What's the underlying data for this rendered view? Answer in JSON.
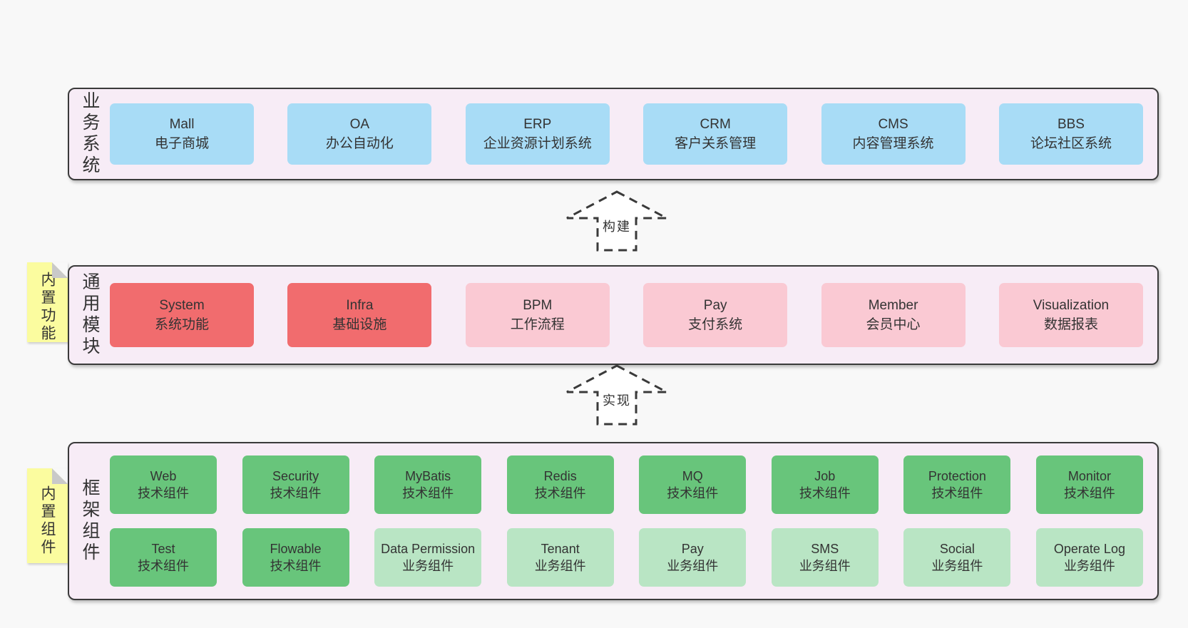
{
  "colors": {
    "background": "#f8f8f8",
    "panel_fill": "#f7ecf6",
    "panel_border": "#3a3a3a",
    "box_blue": "#a8dcf6",
    "box_red": "#f16c6e",
    "box_pink": "#fac9d3",
    "box_green": "#68c57b",
    "box_green_light": "#b9e5c4",
    "sticky_yellow": "#fbfc9f",
    "text": "#333333"
  },
  "arrows": [
    {
      "label": "构建"
    },
    {
      "label": "实现"
    }
  ],
  "layers": {
    "business": {
      "panel_label": "业务系统",
      "boxes": [
        {
          "title": "Mall",
          "subtitle": "电子商城",
          "variant": "blue"
        },
        {
          "title": "OA",
          "subtitle": "办公自动化",
          "variant": "blue"
        },
        {
          "title": "ERP",
          "subtitle": "企业资源计划系统",
          "variant": "blue"
        },
        {
          "title": "CRM",
          "subtitle": "客户关系管理",
          "variant": "blue"
        },
        {
          "title": "CMS",
          "subtitle": "内容管理系统",
          "variant": "blue"
        },
        {
          "title": "BBS",
          "subtitle": "论坛社区系统",
          "variant": "blue"
        }
      ]
    },
    "modules": {
      "sticky": "内置功能",
      "panel_label": "通用模块",
      "boxes": [
        {
          "title": "System",
          "subtitle": "系统功能",
          "variant": "red"
        },
        {
          "title": "Infra",
          "subtitle": "基础设施",
          "variant": "red"
        },
        {
          "title": "BPM",
          "subtitle": "工作流程",
          "variant": "pink"
        },
        {
          "title": "Pay",
          "subtitle": "支付系统",
          "variant": "pink"
        },
        {
          "title": "Member",
          "subtitle": "会员中心",
          "variant": "pink"
        },
        {
          "title": "Visualization",
          "subtitle": "数据报表",
          "variant": "pink"
        }
      ]
    },
    "components": {
      "sticky": "内置组件",
      "panel_label": "框架组件",
      "row1": [
        {
          "title": "Web",
          "subtitle": "技术组件",
          "variant": "green"
        },
        {
          "title": "Security",
          "subtitle": "技术组件",
          "variant": "green"
        },
        {
          "title": "MyBatis",
          "subtitle": "技术组件",
          "variant": "green"
        },
        {
          "title": "Redis",
          "subtitle": "技术组件",
          "variant": "green"
        },
        {
          "title": "MQ",
          "subtitle": "技术组件",
          "variant": "green"
        },
        {
          "title": "Job",
          "subtitle": "技术组件",
          "variant": "green"
        },
        {
          "title": "Protection",
          "subtitle": "技术组件",
          "variant": "green"
        },
        {
          "title": "Monitor",
          "subtitle": "技术组件",
          "variant": "green"
        }
      ],
      "row2": [
        {
          "title": "Test",
          "subtitle": "技术组件",
          "variant": "green"
        },
        {
          "title": "Flowable",
          "subtitle": "技术组件",
          "variant": "green"
        },
        {
          "title": "Data Permission",
          "subtitle": "业务组件",
          "variant": "green_light"
        },
        {
          "title": "Tenant",
          "subtitle": "业务组件",
          "variant": "green_light"
        },
        {
          "title": "Pay",
          "subtitle": "业务组件",
          "variant": "green_light"
        },
        {
          "title": "SMS",
          "subtitle": "业务组件",
          "variant": "green_light"
        },
        {
          "title": "Social",
          "subtitle": "业务组件",
          "variant": "green_light"
        },
        {
          "title": "Operate Log",
          "subtitle": "业务组件",
          "variant": "green_light"
        }
      ]
    }
  }
}
